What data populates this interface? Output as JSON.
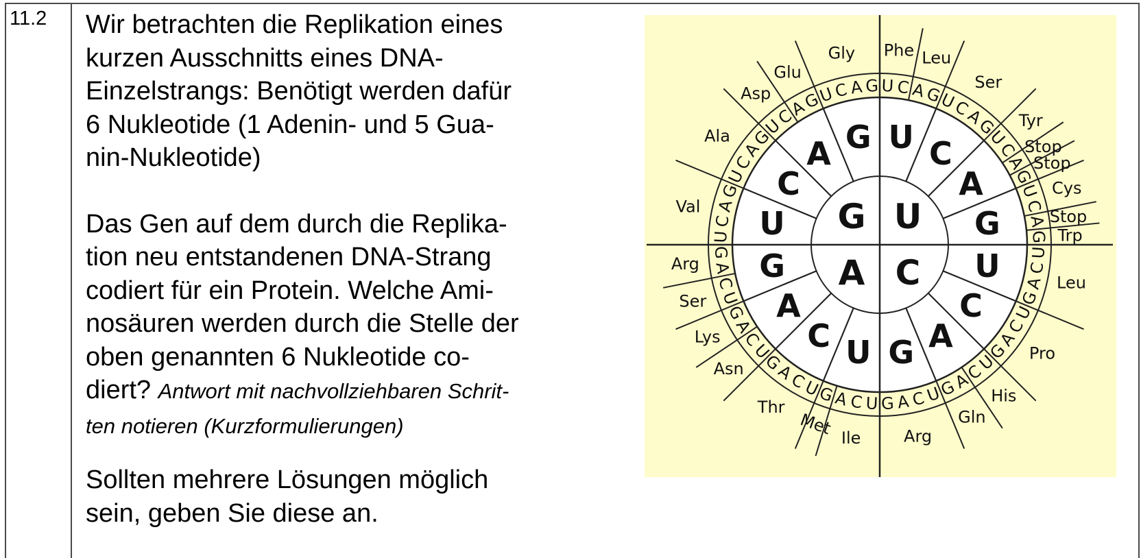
{
  "task": {
    "number": "11.2",
    "paragraph1": [
      "Wir betrachten die Replikation eines",
      "kurzen Ausschnitts eines DNA-",
      "Einzelstrangs: Benötigt werden dafür",
      "6 Nukleotide (1 Adenin- und 5 Gua-",
      "nin-Nukleotide)"
    ],
    "paragraph2": [
      "Das Gen auf dem durch die Replika-",
      "tion neu entstandenen DNA-Strang",
      "codiert für ein Protein. Welche Ami-",
      "nosäuren werden durch die Stelle der",
      "oben genannten 6 Nukleotide co-"
    ],
    "paragraph2_last_normal": "diert? ",
    "paragraph2_last_italic": "Antwort mit nachvollziehbaren Schrit-",
    "paragraph2_italic_line2": "ten notieren (Kurzformulierungen)",
    "paragraph3": [
      "Sollten mehrere Lösungen möglich",
      "sein, geben Sie diese an."
    ]
  },
  "codon_wheel": {
    "background_color": "#fffccb",
    "inner_ring": [
      "U",
      "C",
      "A",
      "G"
    ],
    "second_ring": [
      "U",
      "C",
      "A",
      "G",
      "U",
      "C",
      "A",
      "G",
      "U",
      "C",
      "A",
      "G",
      "U",
      "C",
      "A",
      "G"
    ],
    "third_ring_pattern": [
      "U",
      "C",
      "A",
      "G"
    ],
    "amino_acids": [
      {
        "label": "Phe",
        "from": 0,
        "to": 2
      },
      {
        "label": "Leu",
        "from": 2,
        "to": 4
      },
      {
        "label": "Ser",
        "from": 4,
        "to": 8
      },
      {
        "label": "Tyr",
        "from": 8,
        "to": 10
      },
      {
        "label": "Stop",
        "from": 10,
        "to": 11
      },
      {
        "label": "Stop",
        "from": 11,
        "to": 12
      },
      {
        "label": "Cys",
        "from": 12,
        "to": 14
      },
      {
        "label": "Stop",
        "from": 14,
        "to": 15
      },
      {
        "label": "Trp",
        "from": 15,
        "to": 16
      },
      {
        "label": "Leu",
        "from": 16,
        "to": 20
      },
      {
        "label": "Pro",
        "from": 20,
        "to": 24
      },
      {
        "label": "His",
        "from": 24,
        "to": 26
      },
      {
        "label": "Gln",
        "from": 26,
        "to": 28
      },
      {
        "label": "Arg",
        "from": 28,
        "to": 32
      },
      {
        "label": "Ile",
        "from": 32,
        "to": 35
      },
      {
        "label": "Met",
        "from": 35,
        "to": 36
      },
      {
        "label": "Thr",
        "from": 36,
        "to": 40
      },
      {
        "label": "Asn",
        "from": 40,
        "to": 42
      },
      {
        "label": "Lys",
        "from": 42,
        "to": 44
      },
      {
        "label": "Ser",
        "from": 44,
        "to": 46
      },
      {
        "label": "Arg",
        "from": 46,
        "to": 48
      },
      {
        "label": "Val",
        "from": 48,
        "to": 52
      },
      {
        "label": "Ala",
        "from": 52,
        "to": 56
      },
      {
        "label": "Asp",
        "from": 56,
        "to": 58
      },
      {
        "label": "Glu",
        "from": 58,
        "to": 60
      },
      {
        "label": "Gly",
        "from": 60,
        "to": 64
      }
    ]
  }
}
